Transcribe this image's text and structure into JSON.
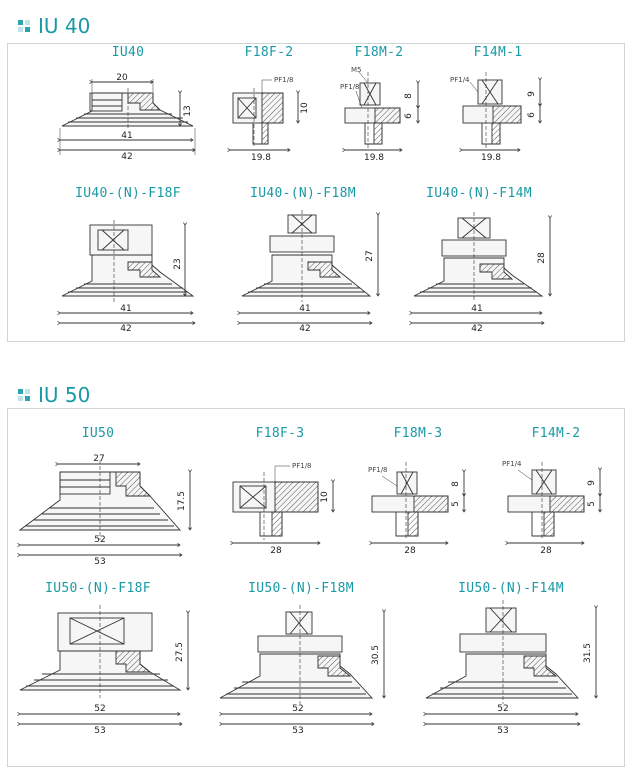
{
  "sections": [
    {
      "title": "IU 40",
      "products": [
        {
          "name": "IU40",
          "dims": [
            "20",
            "13",
            "41",
            "42"
          ]
        },
        {
          "name": "F18F-2",
          "dims": [
            "PF1/8",
            "10",
            "19.8"
          ]
        },
        {
          "name": "F18M-2",
          "dims": [
            "M5",
            "PF1/8",
            "8",
            "6",
            "19.8"
          ]
        },
        {
          "name": "F14M-1",
          "dims": [
            "PF1/4",
            "9",
            "6",
            "19.8"
          ]
        },
        {
          "name": "IU40-(N)-F18F",
          "dims": [
            "23",
            "41",
            "42"
          ]
        },
        {
          "name": "IU40-(N)-F18M",
          "dims": [
            "27",
            "41",
            "42"
          ]
        },
        {
          "name": "IU40-(N)-F14M",
          "dims": [
            "28",
            "41",
            "42"
          ]
        }
      ]
    },
    {
      "title": "IU 50",
      "products": [
        {
          "name": "IU50",
          "dims": [
            "27",
            "17.5",
            "52",
            "53"
          ]
        },
        {
          "name": "F18F-3",
          "dims": [
            "PF1/8",
            "10",
            "28"
          ]
        },
        {
          "name": "F18M-3",
          "dims": [
            "PF1/8",
            "8",
            "5",
            "28"
          ]
        },
        {
          "name": "F14M-2",
          "dims": [
            "PF1/4",
            "9",
            "5",
            "28"
          ]
        },
        {
          "name": "IU50-(N)-F18F",
          "dims": [
            "27.5",
            "52",
            "53"
          ]
        },
        {
          "name": "IU50-(N)-F18M",
          "dims": [
            "30.5",
            "52",
            "53"
          ]
        },
        {
          "name": "IU50-(N)-F14M",
          "dims": [
            "31.5",
            "52",
            "53"
          ]
        }
      ]
    }
  ]
}
